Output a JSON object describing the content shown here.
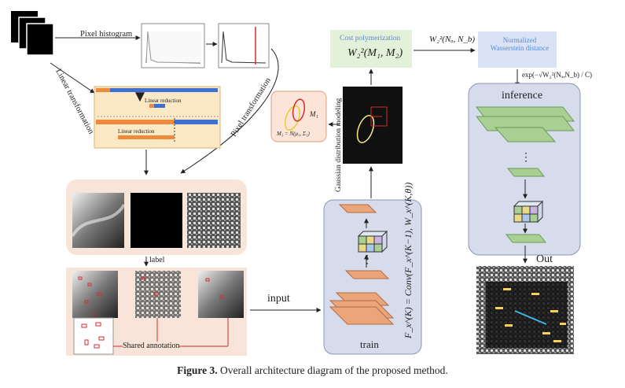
{
  "figure": {
    "caption_label": "Figure 3.",
    "caption_text": " Overall architecture diagram of the proposed method."
  },
  "labels": {
    "pixel_histogram": "Pixel histogram",
    "linear_transformation": "Linear transformation",
    "pixel_transformation": "Pixel transformation",
    "linear_reduction_1": "Linear reduction",
    "linear_reduction_2": "Linear reduction",
    "label": "label",
    "shared_annotation": "Shared annotation",
    "input": "input",
    "train": "train",
    "gaussian_modeling": "Gaussian distribution modeling",
    "cost_polymerization": "Cost polymerization",
    "cost_formula": "W₂²(M₁, M₂)",
    "wasserstein_formula": "W₂²(Nₐ, N_b)",
    "normalized_wasserstein": "Normalized Wasserstein distance",
    "exp_formula": "exp(−√W₂²(Nₐ,N_b) / C)",
    "inference": "inference",
    "out": "Out",
    "m1": "M₁",
    "m1_formula": "M₁ = N(μ₁, Σ₁)",
    "conv_formula": "F_x^(K) = Conv(F_x^(K−1), W_x^(K,θ))",
    "ellipsis": "⋮"
  },
  "colors": {
    "peach_panel": "#f8e4d8",
    "blue_panel": "#d6dcec",
    "green_box": "#e3f0da",
    "blue_box": "#d9e3f5",
    "orange_layer": "#eaa57a",
    "green_layer": "#a9cf93",
    "red": "#d62c2c",
    "orange_bar": "#ee8a3c",
    "blue_bar": "#3f6fcf"
  }
}
